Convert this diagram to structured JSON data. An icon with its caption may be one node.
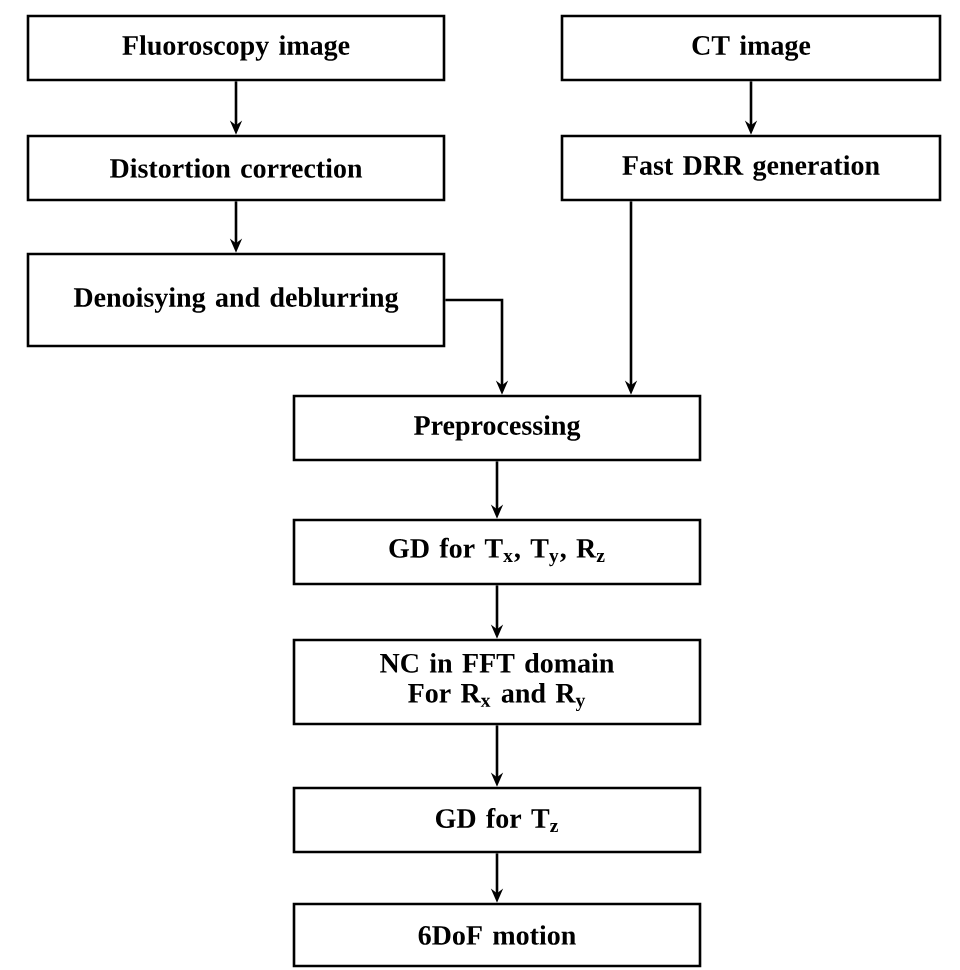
{
  "diagram": {
    "nodes": [
      {
        "text": [
          "Fluoroscopy image"
        ]
      },
      {
        "text": [
          "CT image"
        ]
      },
      {
        "text": [
          "Distortion correction"
        ]
      },
      {
        "text": [
          "Fast DRR generation"
        ]
      },
      {
        "text": [
          "Denoisying and deblurring"
        ]
      },
      {
        "text": [
          "Preprocessing"
        ]
      },
      {
        "text": [
          "GD for T$_{x}$, T$_{y}$, R$_{z}$"
        ]
      },
      {
        "text": [
          "NC in FFT domain For R$_{x}$ and R$_{y}$"
        ]
      },
      {
        "text": [
          "GD for T$_{z}$"
        ]
      },
      {
        "text": [
          "6DoF motion"
        ]
      }
    ],
    "edges": [
      {
        "from": 0,
        "to": 2,
        "arrow": "to"
      },
      {
        "from": 1,
        "to": 3,
        "arrow": "to"
      },
      {
        "from": 2,
        "to": 4,
        "arrow": "to"
      },
      {
        "from": 4,
        "to": 5,
        "arrow": "to"
      },
      {
        "from": 3,
        "to": 5,
        "arrow": "to"
      },
      {
        "from": 5,
        "to": 6,
        "arrow": "to"
      },
      {
        "from": 6,
        "to": 7,
        "arrow": "to"
      },
      {
        "from": 7,
        "to": 8,
        "arrow": "to"
      },
      {
        "from": 8,
        "to": 9,
        "arrow": "to"
      }
    ]
  }
}
